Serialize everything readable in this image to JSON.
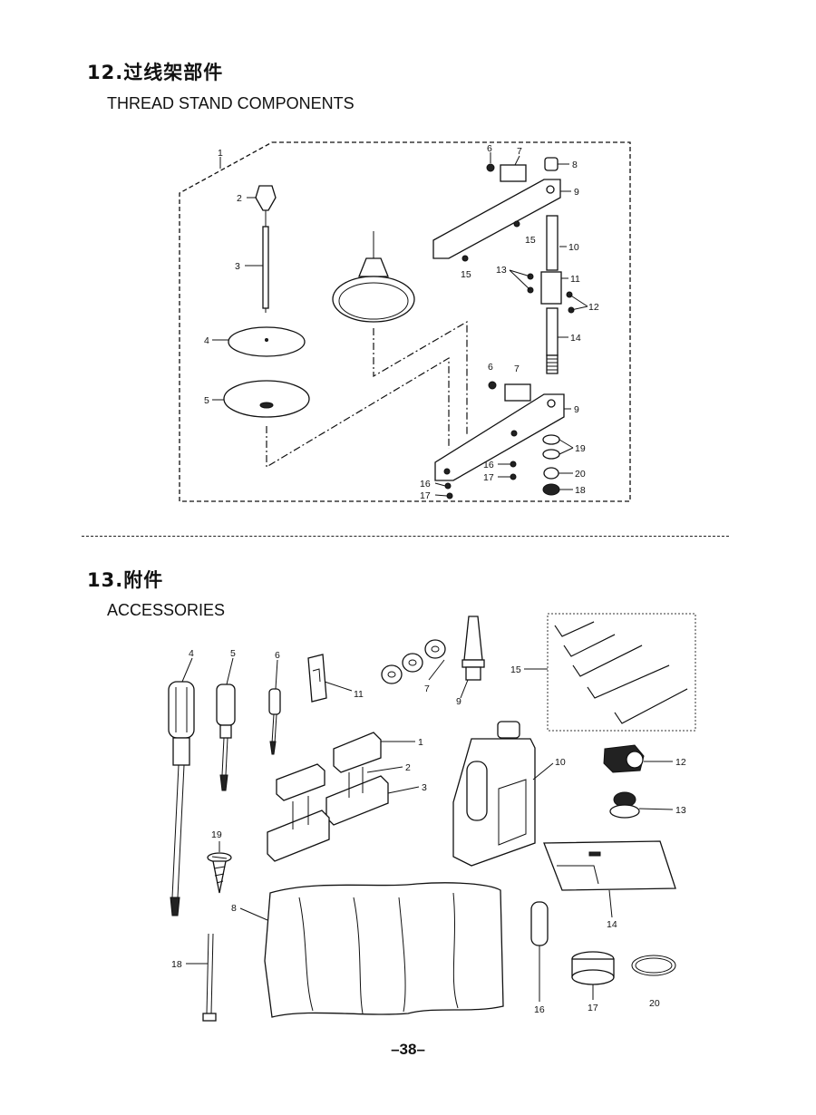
{
  "section12": {
    "title": "12.过线架部件",
    "subtitle": "THREAD STAND COMPONENTS",
    "callouts": [
      "1",
      "2",
      "3",
      "4",
      "5",
      "6",
      "7",
      "8",
      "9",
      "15",
      "15",
      "10",
      "13",
      "11",
      "12",
      "14",
      "6",
      "7",
      "9",
      "19",
      "16",
      "17",
      "20",
      "18",
      "16",
      "17"
    ]
  },
  "section13": {
    "title": "13.附件",
    "subtitle": "ACCESSORIES",
    "callouts": [
      "4",
      "5",
      "6",
      "11",
      "7",
      "9",
      "15",
      "1",
      "2",
      "3",
      "10",
      "12",
      "13",
      "19",
      "8",
      "14",
      "18",
      "16",
      "17",
      "20"
    ]
  },
  "page_number": "–38–"
}
